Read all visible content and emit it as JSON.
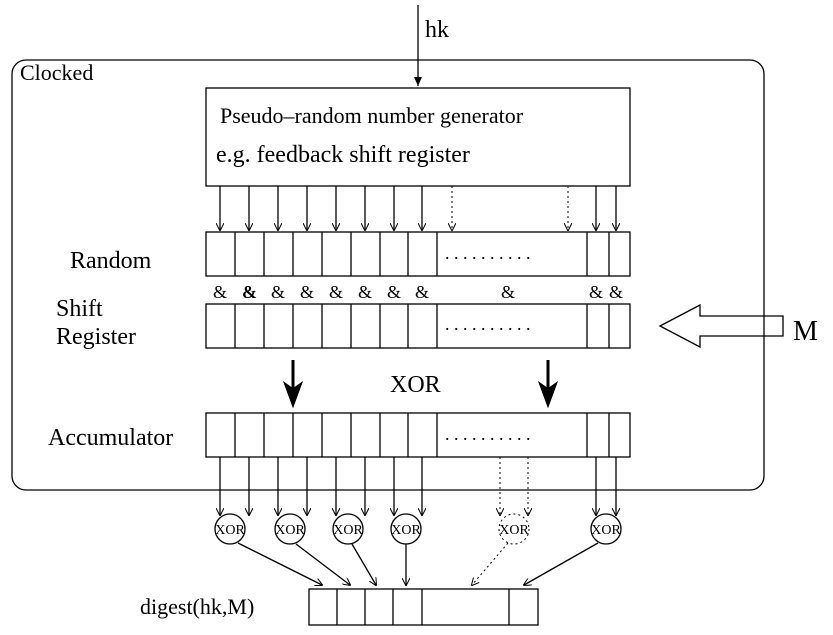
{
  "input_key": "hk",
  "clocked_label": "Clocked",
  "prng": {
    "line1": "Pseudo–random number generator",
    "line2": "e.g. feedback shift register"
  },
  "random_label": "Random",
  "shift_register_label": [
    "Shift",
    "Register"
  ],
  "and_symbol": "&",
  "message_label": "M",
  "xor_label": "XOR",
  "accumulator_label": "Accumulator",
  "ellipsis": ". . . . . . . . . .",
  "xor_node_label": "XOR",
  "digest_label": "digest(hk,M)"
}
